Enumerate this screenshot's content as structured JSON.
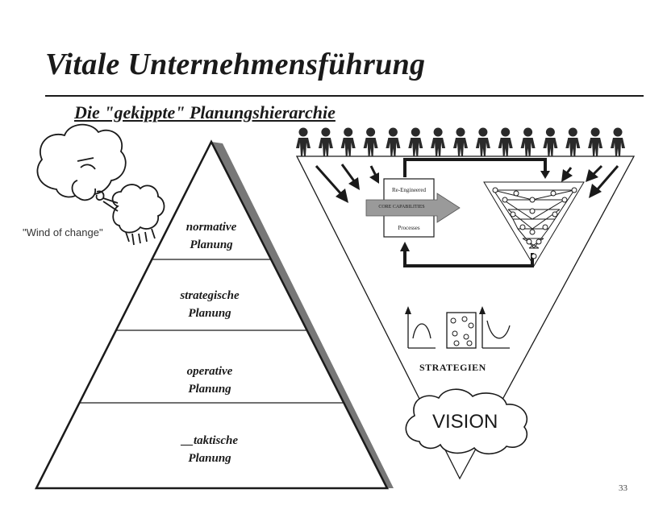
{
  "title": "Vitale Unternehmensführung",
  "subtitle": "Die \"gekippte\" Planungshierarchie",
  "wind_label": "\"Wind of change\"",
  "pyramid_levels": [
    {
      "line1": "normative",
      "line2": "Planung"
    },
    {
      "line1": "strategische",
      "line2": "Planung"
    },
    {
      "line1": "operative",
      "line2": "Planung"
    },
    {
      "line1": "__taktische",
      "line2": "Planung"
    }
  ],
  "process_box": {
    "top": "Re-Engineered",
    "middle": "CORE CAPABILITIES",
    "bottom": "Processes"
  },
  "strategien_label": "STRATEGIEN",
  "vision_label": "VISION",
  "page_number": "33",
  "people_count_shown": 15
}
